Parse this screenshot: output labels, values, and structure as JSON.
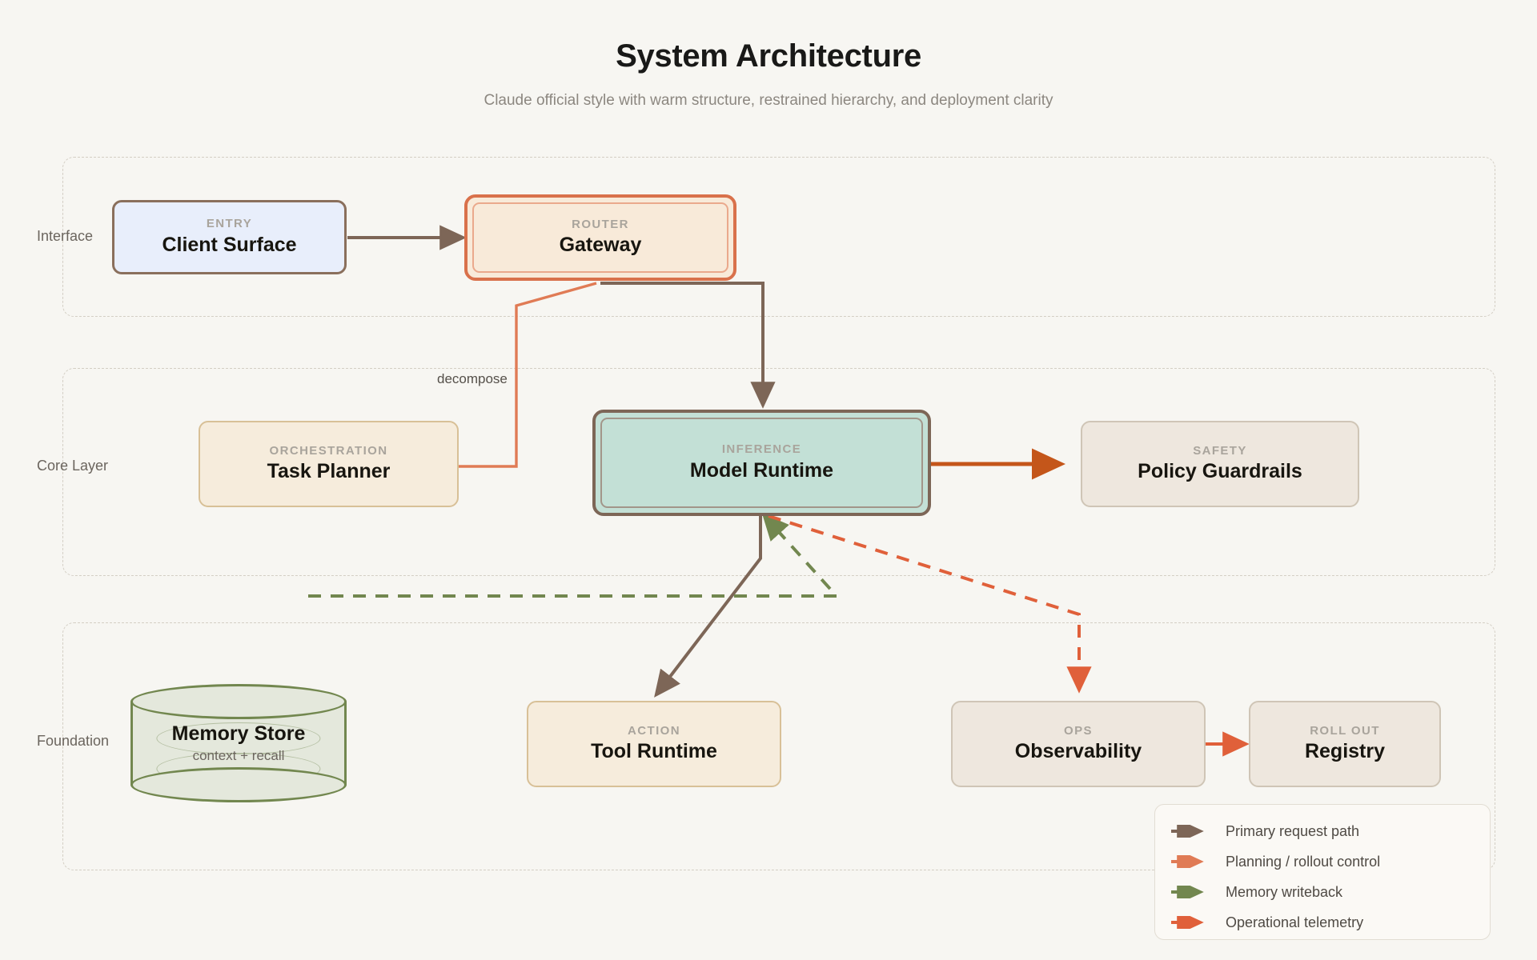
{
  "header": {
    "title": "System Architecture",
    "subtitle": "Claude official style with warm structure, restrained hierarchy, and deployment clarity"
  },
  "lanes": [
    {
      "id": "interface",
      "label": "Interface"
    },
    {
      "id": "core",
      "label": "Core Layer"
    },
    {
      "id": "foundation",
      "label": "Foundation"
    }
  ],
  "nodes": {
    "client_surface": {
      "kicker": "ENTRY",
      "label": "Client Surface"
    },
    "gateway": {
      "kicker": "ROUTER",
      "label": "Gateway"
    },
    "task_planner": {
      "kicker": "ORCHESTRATION",
      "label": "Task Planner"
    },
    "model_runtime": {
      "kicker": "INFERENCE",
      "label": "Model Runtime"
    },
    "policy_guardrails": {
      "kicker": "SAFETY",
      "label": "Policy Guardrails"
    },
    "memory_store": {
      "kicker": "",
      "label": "Memory Store",
      "sub": "context + recall"
    },
    "tool_runtime": {
      "kicker": "ACTION",
      "label": "Tool Runtime"
    },
    "observability": {
      "kicker": "OPS",
      "label": "Observability"
    },
    "registry": {
      "kicker": "ROLL OUT",
      "label": "Registry"
    }
  },
  "edge_labels": {
    "decompose": "decompose"
  },
  "legend": {
    "items": [
      {
        "label": "Primary request path",
        "color": "#7d6657",
        "style": "solid"
      },
      {
        "label": "Planning / rollout control",
        "color": "#e07b55",
        "style": "solid"
      },
      {
        "label": "Memory writeback",
        "color": "#72874f",
        "style": "solid"
      },
      {
        "label": "Operational telemetry",
        "color": "#e0603a",
        "style": "solid"
      }
    ]
  },
  "colors": {
    "background": "#f7f6f2",
    "lane_border": "#d3cec4",
    "primary_path": "#7d6657",
    "planning": "#e07b55",
    "memory": "#72874f",
    "telemetry": "#e0603a",
    "guardrail_arrow": "#c4561a",
    "gateway_border": "#d9714b",
    "runtime_fill": "#c3e0d6",
    "client_fill": "#e8eefb"
  }
}
